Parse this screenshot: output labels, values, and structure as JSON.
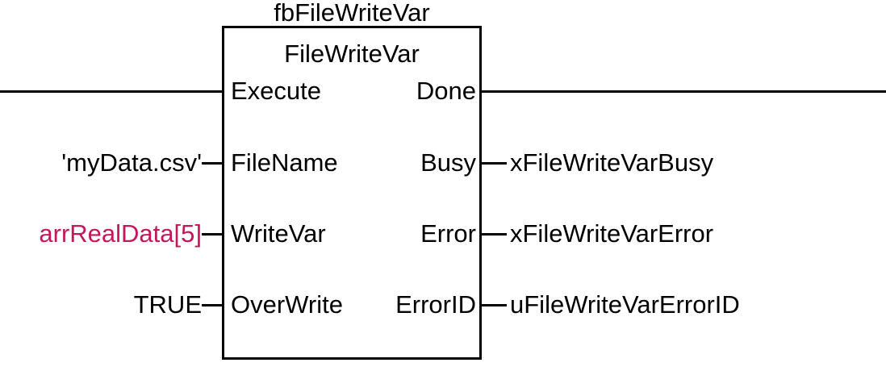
{
  "diagram": {
    "kind": "function-block-diagram",
    "instance_name": "fbFileWriteVar",
    "block_type": "FileWriteVar",
    "accent_color": "#C2185B",
    "line_color": "#000000",
    "background": "#ffffff"
  },
  "rows": [
    {
      "input_pin": "Execute",
      "input_operand": "",
      "output_pin": "Done",
      "output_operand": ""
    },
    {
      "input_pin": "FileName",
      "input_operand": "'myData.csv'",
      "output_pin": "Busy",
      "output_operand": "xFileWriteVarBusy"
    },
    {
      "input_pin": "WriteVar",
      "input_operand": "arrRealData[5]",
      "output_pin": "Error",
      "output_operand": "xFileWriteVarError"
    },
    {
      "input_pin": "OverWrite",
      "input_operand": "TRUE",
      "output_pin": "ErrorID",
      "output_operand": "uFileWriteVarErrorID"
    }
  ]
}
